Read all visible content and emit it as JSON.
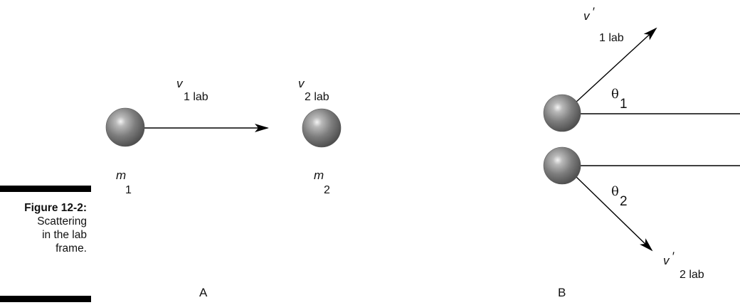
{
  "caption": {
    "figure_label": "Figure 12-2:",
    "description": "Scattering\nin the lab\nframe."
  },
  "panel_a": {
    "label": "A",
    "velocity1": {
      "symbol": "v",
      "subscript": "1 lab"
    },
    "velocity2": {
      "symbol": "v",
      "subscript": "2 lab"
    },
    "mass1": {
      "symbol": "m",
      "subscript": "1"
    },
    "mass2": {
      "symbol": "m",
      "subscript": "2"
    }
  },
  "panel_b": {
    "label": "B",
    "velocity1": {
      "symbol": "v",
      "prime": "′",
      "subscript": "1 lab"
    },
    "velocity2": {
      "symbol": "v",
      "prime": "′",
      "subscript": "2 lab"
    },
    "angle1": {
      "symbol": "θ",
      "subscript": "1"
    },
    "angle2": {
      "symbol": "θ",
      "subscript": "2"
    }
  },
  "colors": {
    "ball": "#7a7a7a",
    "line": "#000000",
    "text": "#111111"
  }
}
